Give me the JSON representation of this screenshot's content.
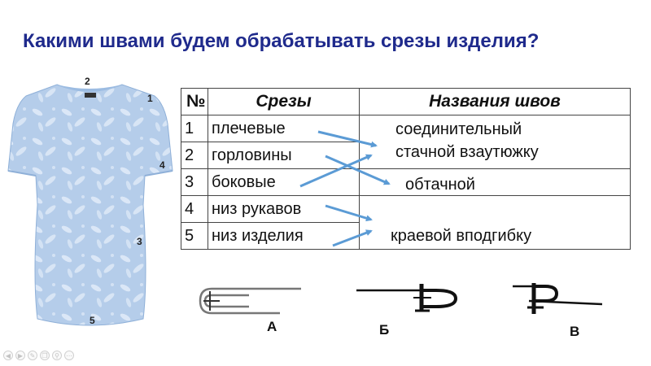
{
  "slide": {
    "title": "Какими швами будем обрабатывать срезы изделия?"
  },
  "garment": {
    "labels": [
      "1",
      "2",
      "3",
      "4",
      "5"
    ],
    "fabric_color": "#b5cdea",
    "print_color": "#e8f0fa"
  },
  "table": {
    "headers": {
      "num": "№",
      "cuts": "Срезы",
      "names": "Названия швов"
    },
    "rows": [
      {
        "num": "1",
        "cut": "плечевые"
      },
      {
        "num": "2",
        "cut": "горловины"
      },
      {
        "num": "3",
        "cut": "боковые"
      },
      {
        "num": "4",
        "cut": "низ рукавов"
      },
      {
        "num": "5",
        "cut": "низ изделия"
      }
    ],
    "seam_names": [
      "соединительный",
      "стачной взаутюжку",
      "обтачной",
      "краевой вподгибку"
    ]
  },
  "arrows": {
    "color": "#5b9bd5"
  },
  "symbols": {
    "labels": [
      "А",
      "Б",
      "В"
    ]
  },
  "toolbar": {
    "icons": [
      "back-icon",
      "forward-icon",
      "pen-icon",
      "copy-icon",
      "zoom-icon",
      "more-icon"
    ]
  }
}
